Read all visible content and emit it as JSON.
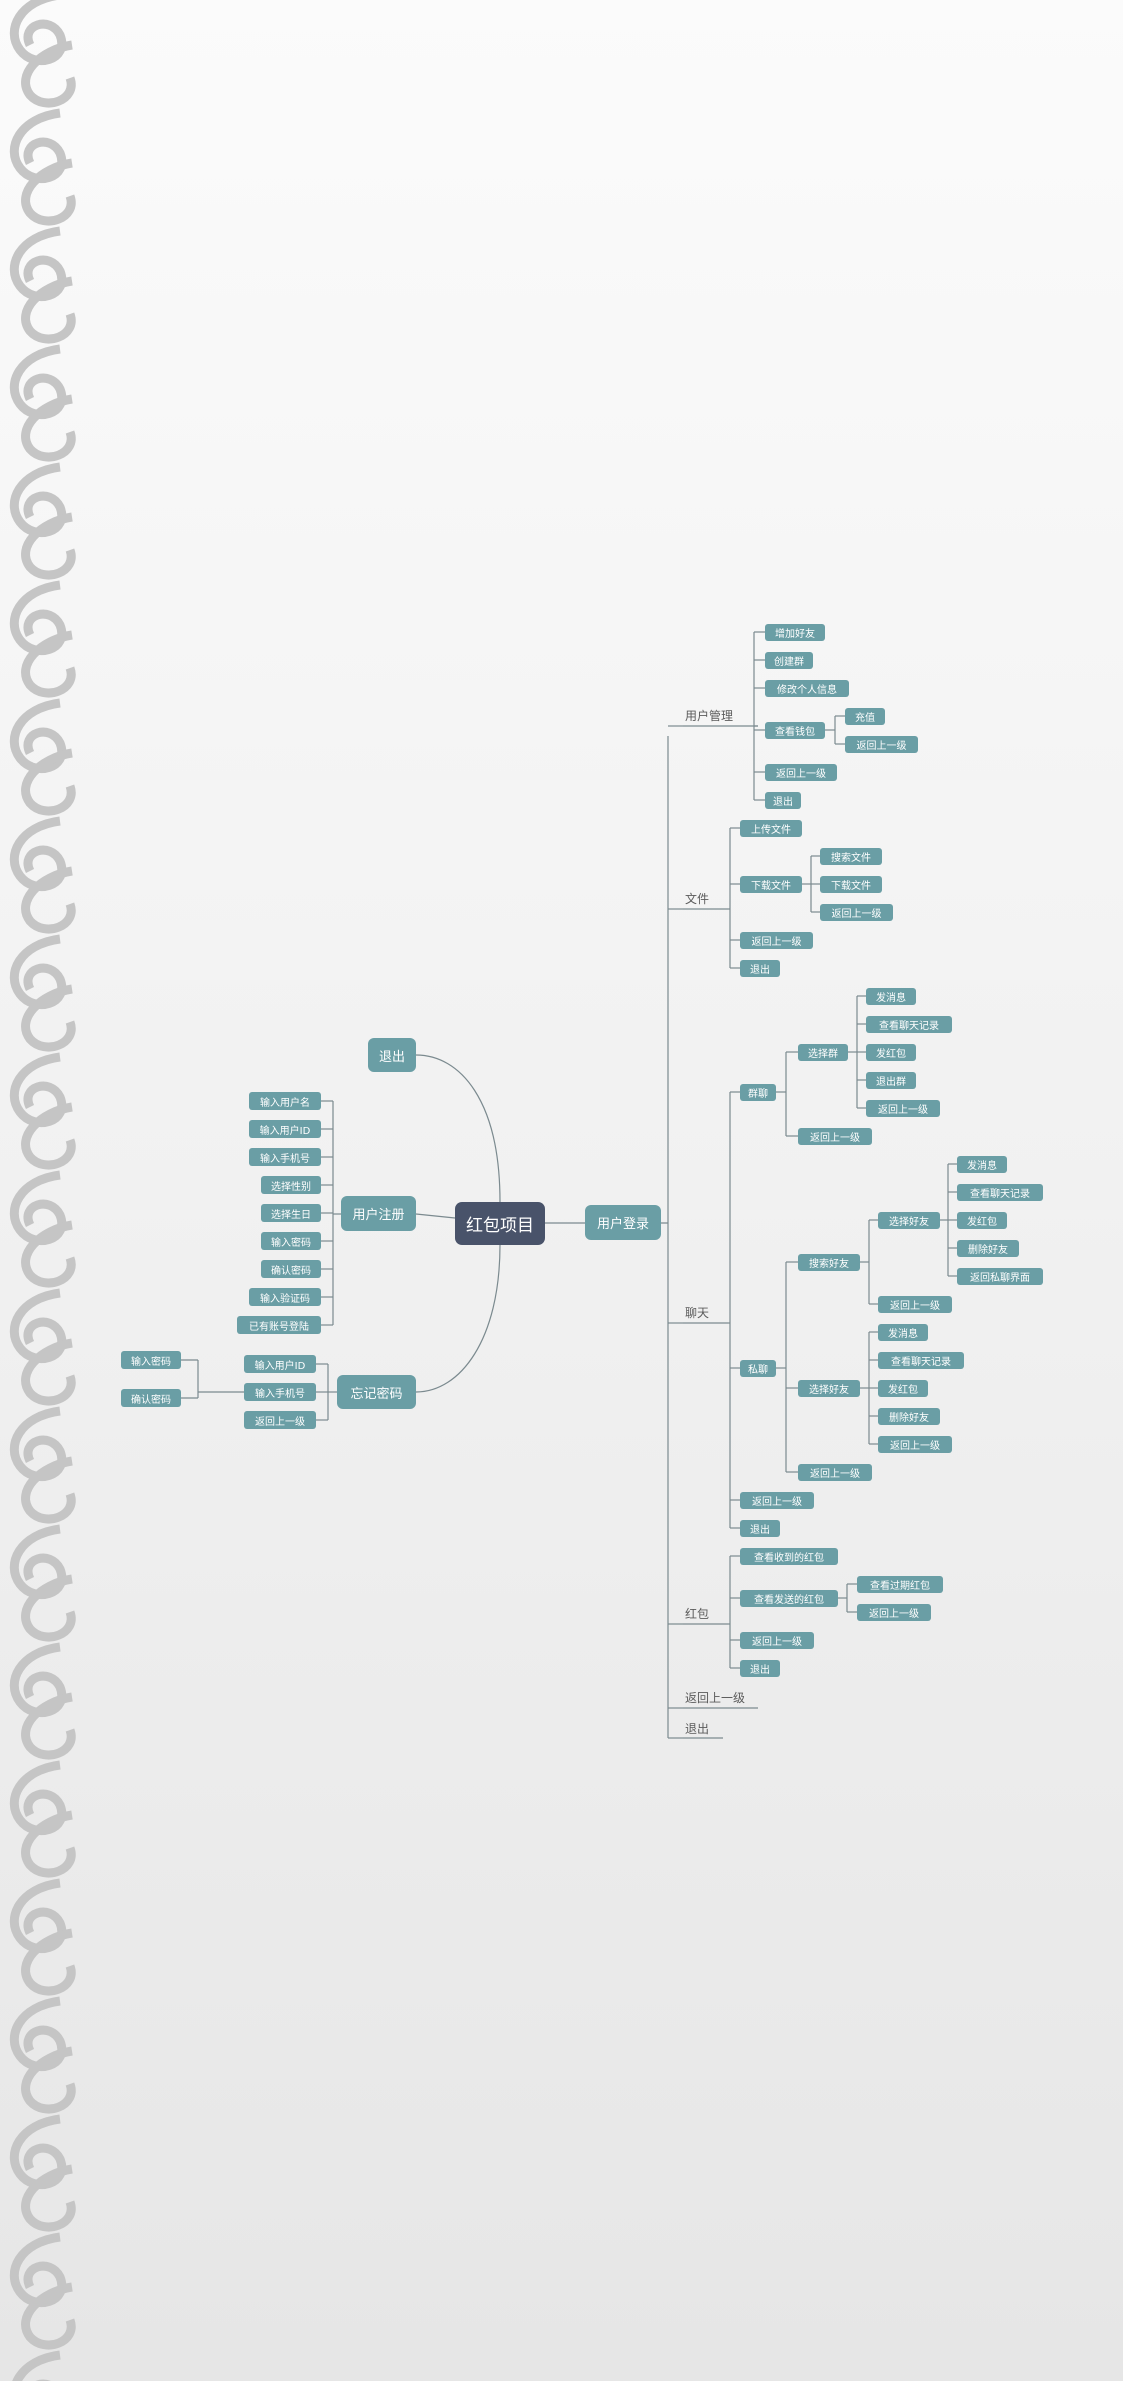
{
  "colors": {
    "node": "#6a9ea5",
    "root": "#49536a",
    "line": "#7b8a8f",
    "pattern": "#c5c5c5"
  },
  "root": "红包项目",
  "left": {
    "exit": "退出",
    "register": {
      "label": "用户注册",
      "items": [
        "输入用户名",
        "输入用户ID",
        "输入手机号",
        "选择性别",
        "选择生日",
        "输入密码",
        "确认密码",
        "输入验证码",
        "已有账号登陆"
      ]
    },
    "forgot": {
      "label": "忘记密码",
      "items": [
        "输入用户ID",
        "输入手机号",
        "返回上一级"
      ],
      "sub": [
        "输入密码",
        "确认密码"
      ]
    }
  },
  "right": {
    "login": "用户登录",
    "user_mgmt": {
      "label": "用户管理",
      "items": [
        "增加好友",
        "创建群",
        "修改个人信息",
        "查看钱包",
        "返回上一级",
        "退出"
      ],
      "wallet": [
        "充值",
        "返回上一级"
      ]
    },
    "file": {
      "label": "文件",
      "items": [
        "上传文件",
        "下载文件",
        "返回上一级",
        "退出"
      ],
      "download": [
        "搜索文件",
        "下载文件",
        "返回上一级"
      ]
    },
    "chat": {
      "label": "聊天",
      "group": {
        "label": "群聊",
        "select": "选择群",
        "select_items": [
          "发消息",
          "查看聊天记录",
          "发红包",
          "退出群",
          "返回上一级"
        ],
        "back": "返回上一级"
      },
      "private": {
        "label": "私聊",
        "search": "搜索好友",
        "search_select": "选择好友",
        "search_items": [
          "发消息",
          "查看聊天记录",
          "发红包",
          "删除好友",
          "返回私聊界面"
        ],
        "search_back": "返回上一级",
        "select": "选择好友",
        "select_items": [
          "发消息",
          "查看聊天记录",
          "发红包",
          "删除好友",
          "返回上一级"
        ],
        "back": "返回上一级"
      },
      "back": "返回上一级",
      "exit": "退出"
    },
    "redpacket": {
      "label": "红包",
      "received": "查看收到的红包",
      "sent": "查看发送的红包",
      "sent_items": [
        "查看过期红包",
        "返回上一级"
      ],
      "back": "返回上一级",
      "exit": "退出"
    },
    "back": "返回上一级",
    "exit": "退出"
  }
}
